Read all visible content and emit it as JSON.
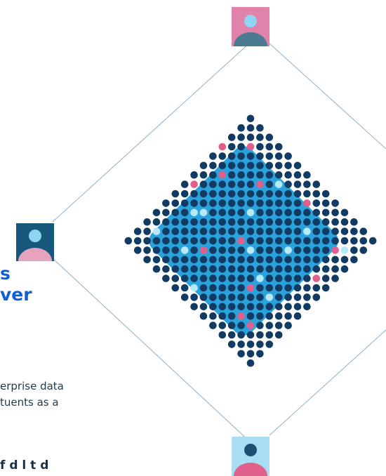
{
  "heading": {
    "line1": "s",
    "line2": "ver"
  },
  "paragraph": {
    "line1": "erprise data",
    "line2": "tuents as a"
  },
  "bold_line": "f  d  l  t    d",
  "icons": {
    "top": {
      "name": "person-icon",
      "tile": "#e082aa",
      "head": "#8fd4f2",
      "body": "#4b7a91"
    },
    "left": {
      "name": "person-icon",
      "tile": "#17577b",
      "head": "#8fd4f2",
      "body": "#e6a3bd"
    },
    "bottom": {
      "name": "person-icon",
      "tile": "#a9ddf3",
      "head": "#1b4f73",
      "body": "#e0608d"
    }
  },
  "colors": {
    "diamond": "#2aa3dd",
    "dot": "#123b64",
    "dot_light": "#b7e8f8",
    "dot_pink": "#e0608d",
    "connector_line": "#8fb0c8"
  }
}
